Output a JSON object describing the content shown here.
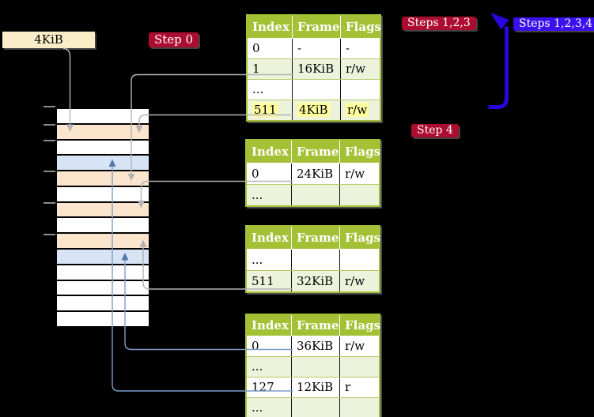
{
  "labels": {
    "page_size": "4KiB",
    "step0": "Step 0",
    "steps123": "Steps 1,2,3",
    "steps1234": "Steps 1,2,3,4",
    "step4": "Step 4"
  },
  "colors": {
    "header_green": "#a4c135",
    "row_green": "#edf2da",
    "peach": "#fce5cd",
    "light_blue": "#d7e4f6",
    "cream": "#fcedc9",
    "red_label": "#ab0c2f",
    "blue_label": "#3a10ee",
    "blue_arrow": "#2a06dd",
    "gray_line": "#b3b3b3",
    "steel_line": "#7e9cc9",
    "steel_head": "#5578aa",
    "highlight_yellow": "#ffff9e"
  },
  "page_tables": [
    {
      "level": 1,
      "headers": [
        "Index",
        "Frame",
        "Flags"
      ],
      "rows": [
        {
          "cells": [
            "0",
            "-",
            "-"
          ],
          "shade": false,
          "highlight": false
        },
        {
          "cells": [
            "1",
            "16KiB",
            "r/w"
          ],
          "shade": true,
          "highlight": false
        },
        {
          "cells": [
            "...",
            "",
            ""
          ],
          "shade": false,
          "highlight": false
        },
        {
          "cells": [
            "511",
            "4KiB",
            "r/w"
          ],
          "shade": true,
          "highlight": true
        }
      ]
    },
    {
      "level": 2,
      "headers": [
        "Index",
        "Frame",
        "Flags"
      ],
      "rows": [
        {
          "cells": [
            "0",
            "24KiB",
            "r/w"
          ],
          "shade": false,
          "highlight": false
        },
        {
          "cells": [
            "...",
            "",
            ""
          ],
          "shade": true,
          "highlight": false
        }
      ]
    },
    {
      "level": 3,
      "headers": [
        "Index",
        "Frame",
        "Flags"
      ],
      "rows": [
        {
          "cells": [
            "...",
            "",
            ""
          ],
          "shade": false,
          "highlight": false
        },
        {
          "cells": [
            "511",
            "32KiB",
            "r/w"
          ],
          "shade": true,
          "highlight": false
        }
      ]
    },
    {
      "level": 4,
      "headers": [
        "Index",
        "Frame",
        "Flags"
      ],
      "rows": [
        {
          "cells": [
            "0",
            "36KiB",
            "r/w"
          ],
          "shade": false,
          "highlight": false
        },
        {
          "cells": [
            "...",
            "",
            ""
          ],
          "shade": true,
          "highlight": false
        },
        {
          "cells": [
            "127",
            "12KiB",
            "r"
          ],
          "shade": false,
          "highlight": false
        },
        {
          "cells": [
            "...",
            "",
            ""
          ],
          "shade": true,
          "highlight": false
        }
      ]
    }
  ],
  "memory_strip": {
    "rows": [
      "white",
      "peach",
      "white",
      "blue",
      "peach",
      "white",
      "peach",
      "white",
      "peach",
      "blue",
      "white",
      "white",
      "white",
      "white"
    ]
  },
  "connections": [
    {
      "from": "page-size-label",
      "to": "memory-row-2",
      "color": "gray"
    },
    {
      "from": "table1-row-1-frame-16KiB",
      "to": "memory-row-5",
      "color": "gray"
    },
    {
      "from": "table1-row-511-frame-4KiB",
      "to": "memory-row-2",
      "color": "gray"
    },
    {
      "from": "table2-row-0-frame-24KiB",
      "to": "memory-row-7",
      "color": "gray"
    },
    {
      "from": "table3-row-511-frame-32KiB",
      "to": "memory-row-9",
      "color": "gray"
    },
    {
      "from": "table4-row-0-frame-36KiB",
      "to": "memory-row-10",
      "color": "steel-blue"
    },
    {
      "from": "table4-row-127-frame-12KiB",
      "to": "memory-row-4",
      "color": "steel-blue"
    },
    {
      "from": "loop-bottom",
      "to": "table1-top",
      "color": "blue"
    }
  ]
}
